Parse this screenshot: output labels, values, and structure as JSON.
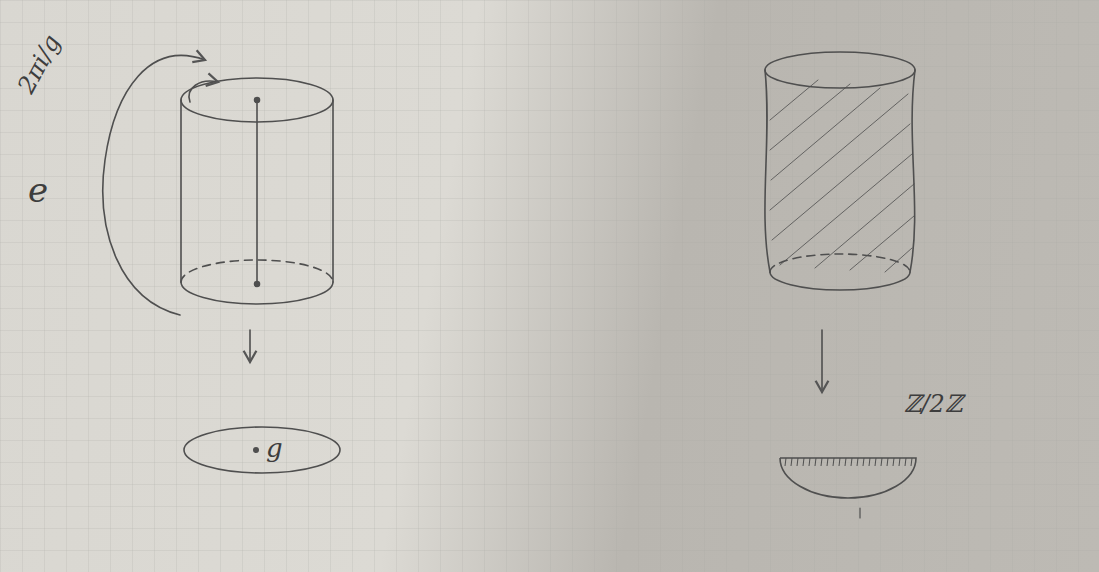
{
  "diagram": {
    "nodes": [
      {
        "text": [
          "g"
        ]
      },
      {
        "text": [
          "ℤ/2ℤ"
        ]
      }
    ],
    "labels": [
      "2πi/g",
      "e"
    ]
  }
}
